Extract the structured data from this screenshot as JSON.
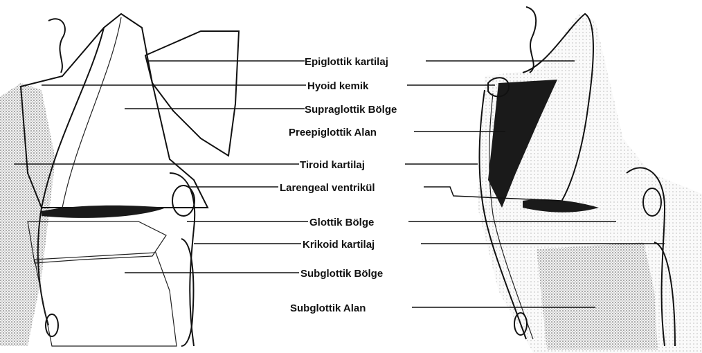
{
  "colors": {
    "ink": "#111111",
    "tissue": "#d9d9d9",
    "space": "#1a1a1a",
    "background": "#ffffff"
  },
  "labels": [
    {
      "key": "epiglottik",
      "text": "Epiglottik kartilaj"
    },
    {
      "key": "hyoid",
      "text": "Hyoid kemik"
    },
    {
      "key": "supraglottik",
      "text": "Supraglottik Bölge"
    },
    {
      "key": "preepiglottik",
      "text": "Preepiglottik Alan"
    },
    {
      "key": "tiroid",
      "text": "Tiroid kartilaj"
    },
    {
      "key": "ventrikul",
      "text": "Larengeal ventrikül"
    },
    {
      "key": "glottik",
      "text": "Glottik Bölge"
    },
    {
      "key": "krikoid",
      "text": "Krikoid kartilaj"
    },
    {
      "key": "subglottik_bolge",
      "text": "Subglottik Bölge"
    },
    {
      "key": "subglottik_alan",
      "text": "Subglottik Alan"
    }
  ]
}
